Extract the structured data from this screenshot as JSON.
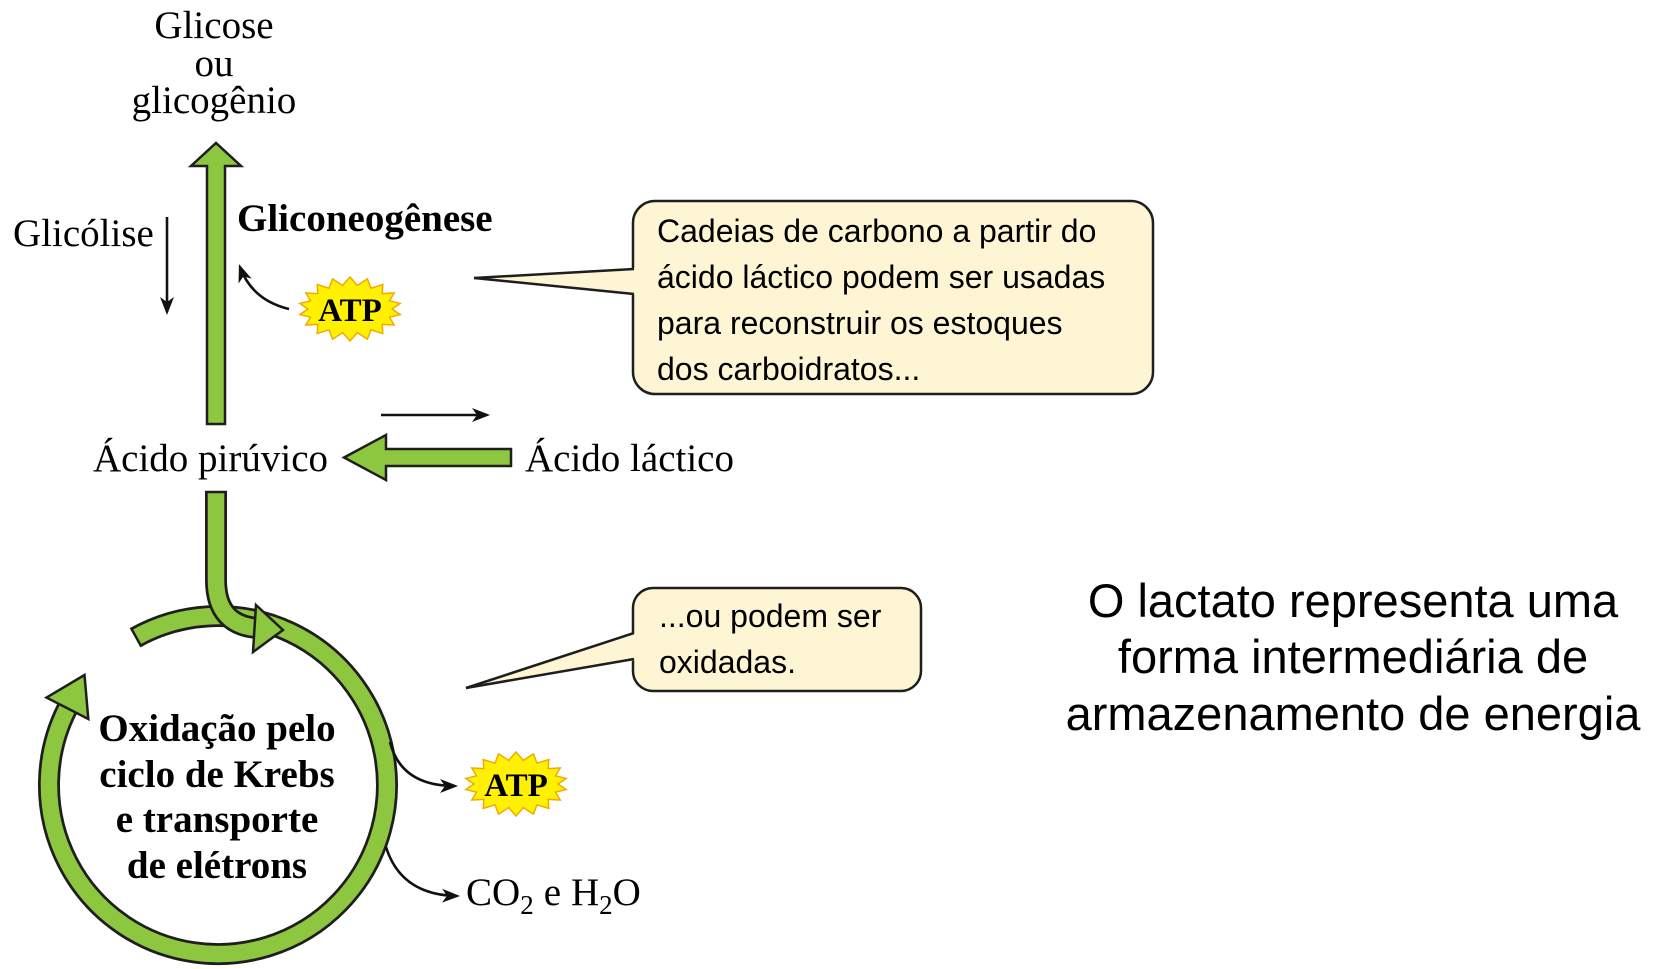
{
  "diagram": {
    "glucose_label": [
      "Glicose",
      "ou",
      "glicogênio"
    ],
    "glycolysis_label": "Glicólise",
    "gluconeogenesis_label": "Gliconeogênese",
    "atp_input_label": "ATP",
    "pyruvic_acid_label": "Ácido pirúvico",
    "lactic_acid_label": "Ácido láctico",
    "callout_reuse": [
      "Cadeias de carbono a partir do",
      "ácido láctico podem ser usadas",
      "para reconstruir os estoques",
      "dos carboidratos..."
    ],
    "callout_oxidation": [
      "...ou podem ser",
      "oxidadas."
    ],
    "krebs_label": [
      "Oxidação pelo",
      "ciclo de Krebs",
      "e transporte",
      "de elétrons"
    ],
    "atp_output_label": "ATP",
    "products_label": {
      "co2": "CO",
      "co2_subscript": "2",
      "conjunction": "e",
      "h2o_h": "H",
      "h2o_subscript": "2",
      "h2o_o": "O"
    }
  },
  "caption": [
    "O lactato representa uma",
    "forma intermediária de",
    "armazenamento de energia"
  ],
  "colors": {
    "arrow_green": "#8dc63f",
    "outline": "#1e1e1e",
    "callout_fill": "#fdf5d3",
    "atp_burst": "#fff100",
    "text": "#000000"
  }
}
